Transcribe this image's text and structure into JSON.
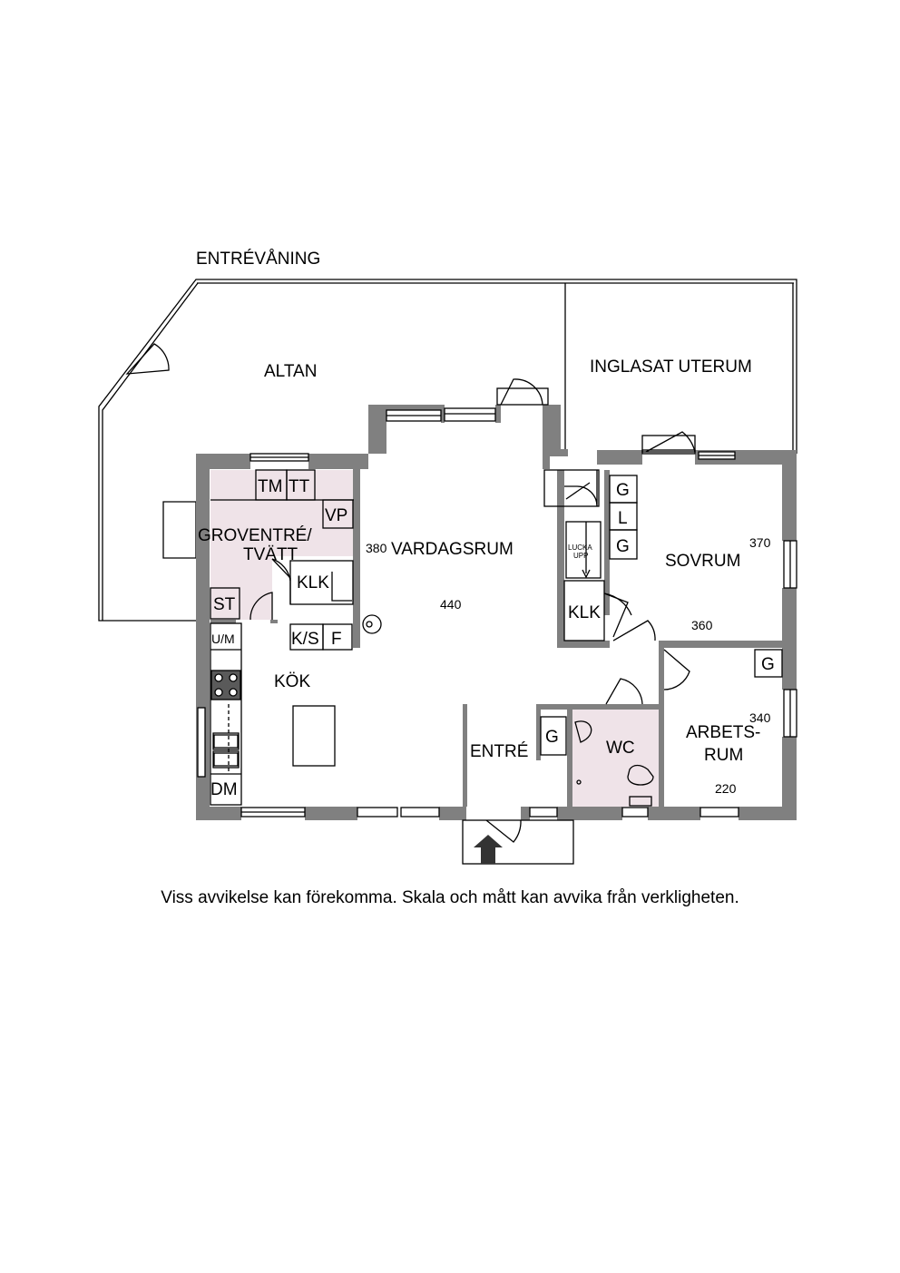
{
  "floor_title": "ENTRÉVÅNING",
  "rooms": {
    "altan": "ALTAN",
    "uterum": "INGLASAT UTERUM",
    "groventre_line1": "GROVENTRÉ/",
    "groventre_line2": "TVÄTT",
    "vardagsrum": "VARDAGSRUM",
    "sovrum": "SOVRUM",
    "kok": "KÖK",
    "entre": "ENTRÉ",
    "wc": "WC",
    "arbetsrum_line1": "ARBETS-",
    "arbetsrum_line2": "RUM"
  },
  "fixtures": {
    "tm": "TM",
    "tt": "TT",
    "vp": "VP",
    "klk_laundry": "KLK",
    "st": "ST",
    "um": "U/M",
    "ks": "K/S",
    "f": "F",
    "dm": "DM",
    "g_entre": "G",
    "klk_hall": "KLK",
    "g1": "G",
    "l": "L",
    "g2": "G",
    "hatch_line1": "LUCKA",
    "hatch_line2": "UPP",
    "g_arbetsrum": "G"
  },
  "dimensions": {
    "vardagsrum_w": "380",
    "vardagsrum_d": "440",
    "sovrum_w": "370",
    "sovrum_d": "360",
    "arbetsrum_w": "340",
    "arbetsrum_d": "220"
  },
  "colors": {
    "wall": "#808080",
    "laundry_floor": "#efe3e8",
    "wc_floor": "#efe3e8"
  },
  "disclaimer": "Viss avvikelse kan förekomma. Skala och mått kan avvika från verkligheten."
}
